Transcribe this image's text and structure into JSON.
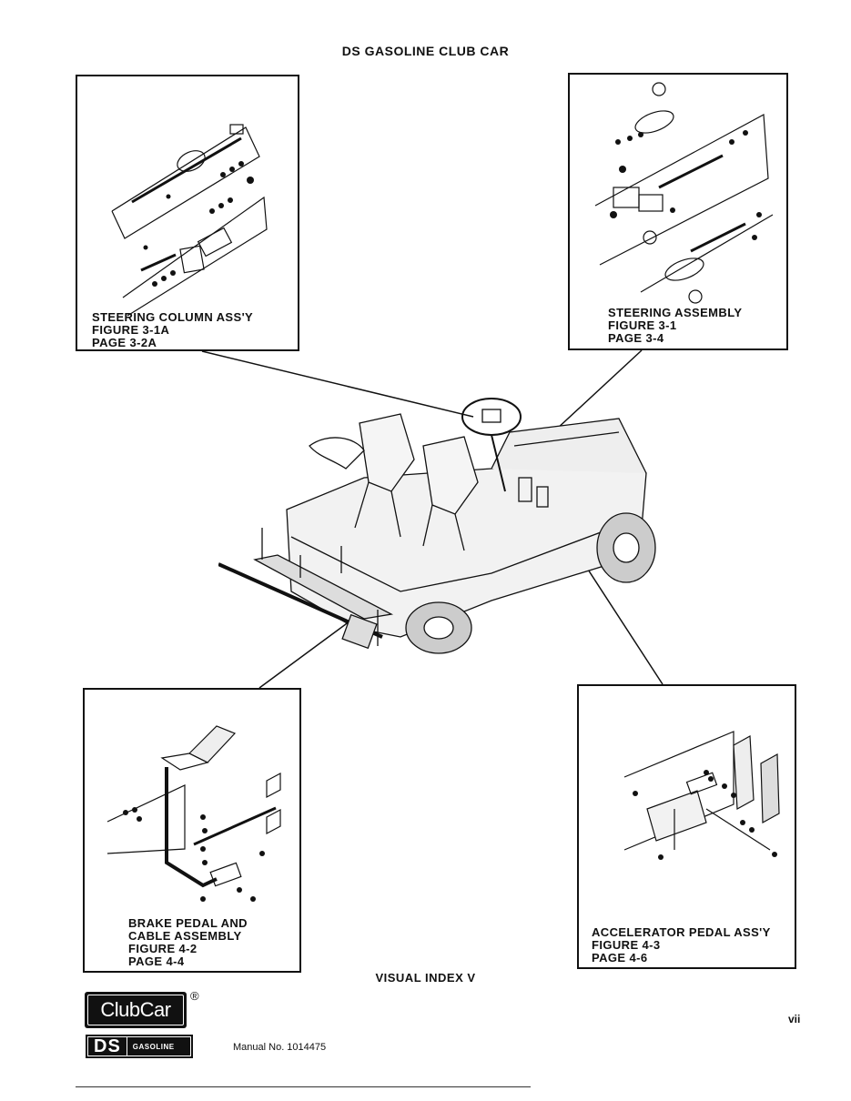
{
  "header": {
    "title": "DS GASOLINE CLUB CAR"
  },
  "panels": {
    "steering_column": {
      "name": "STEERING COLUMN ASS'Y",
      "figure": "FIGURE 3-1A",
      "page": "PAGE 3-2A"
    },
    "steering_assembly": {
      "name": "STEERING ASSEMBLY",
      "figure": "FIGURE 3-1",
      "page": "PAGE 3-4"
    },
    "brake_pedal": {
      "name_line1": "BRAKE PEDAL AND",
      "name_line2": "CABLE ASSEMBLY",
      "figure": "FIGURE 4-2",
      "page": "PAGE 4-4"
    },
    "accelerator_pedal": {
      "name": "ACCELERATOR PEDAL ASS'Y",
      "figure": "FIGURE 4-3",
      "page": "PAGE 4-6"
    }
  },
  "footer": {
    "visual_index": "VISUAL INDEX V",
    "page_number": "vii",
    "manual_number": "Manual No. 1014475"
  },
  "logos": {
    "clubcar": "ClubCar",
    "registered": "®",
    "ds_letters": "DS",
    "ds_word": "GASOLINE"
  }
}
